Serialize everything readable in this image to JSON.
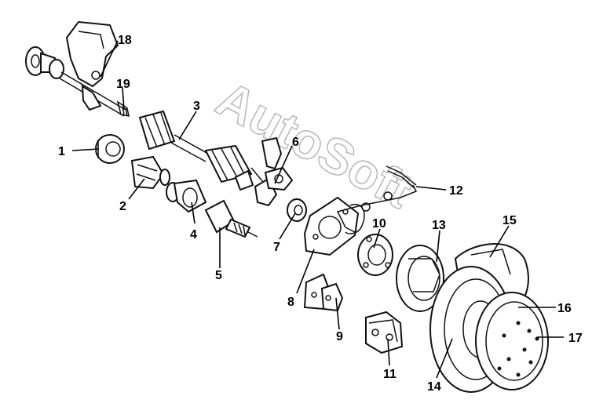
{
  "watermark": "AutoSoft",
  "callouts": [
    {
      "id": "1",
      "label": "1"
    },
    {
      "id": "2",
      "label": "2"
    },
    {
      "id": "3",
      "label": "3"
    },
    {
      "id": "4",
      "label": "4"
    },
    {
      "id": "5",
      "label": "5"
    },
    {
      "id": "6",
      "label": "6"
    },
    {
      "id": "7",
      "label": "7"
    },
    {
      "id": "8",
      "label": "8"
    },
    {
      "id": "9",
      "label": "9"
    },
    {
      "id": "10",
      "label": "10"
    },
    {
      "id": "11",
      "label": "11"
    },
    {
      "id": "12",
      "label": "12"
    },
    {
      "id": "13",
      "label": "13"
    },
    {
      "id": "14",
      "label": "14"
    },
    {
      "id": "15",
      "label": "15"
    },
    {
      "id": "16",
      "label": "16"
    },
    {
      "id": "17",
      "label": "17"
    },
    {
      "id": "18",
      "label": "18"
    },
    {
      "id": "19",
      "label": "19"
    }
  ]
}
